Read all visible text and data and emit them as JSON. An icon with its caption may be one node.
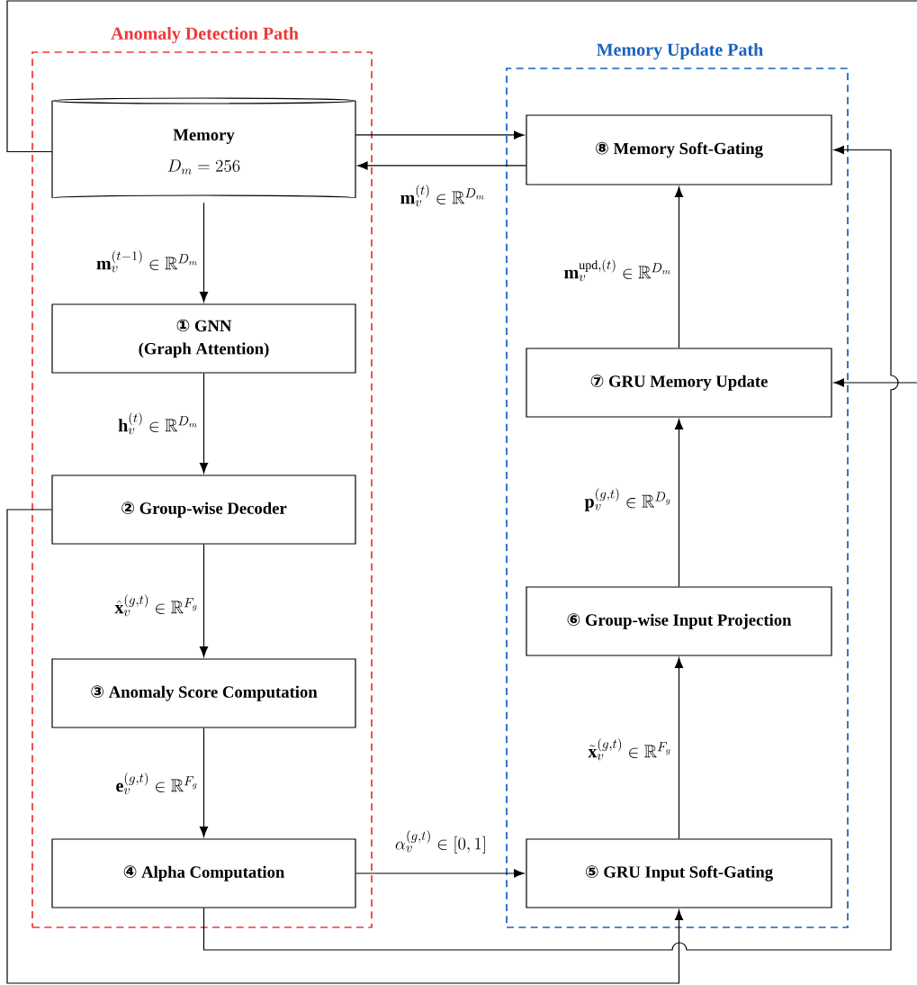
{
  "diagram": {
    "nodes": [
      {
        "text": [
          "Anomaly Detection Path"
        ]
      },
      {
        "text": [
          "Memory Update Path"
        ]
      },
      {
        "text": [
          "Memory",
          "D_m = 256"
        ],
        "in": 0
      },
      {
        "text": [
          "① GNN",
          "(Graph Attention)"
        ],
        "in": 0
      },
      {
        "text": [
          "② Group-wise Decoder"
        ],
        "in": 0
      },
      {
        "text": [
          "③ Anomaly Score Computation"
        ],
        "in": 0
      },
      {
        "text": [
          "④ Alpha Computation"
        ],
        "in": 0
      },
      {
        "text": [
          "⑧ Memory Soft-Gating"
        ],
        "in": 1
      },
      {
        "text": [
          "⑦ GRU Memory Update"
        ],
        "in": 1
      },
      {
        "text": [
          "⑥ Group-wise Input Projection"
        ],
        "in": 1
      },
      {
        "text": [
          "⑤ GRU Input Soft-Gating"
        ],
        "in": 1
      }
    ],
    "edges": [
      {
        "from": 2,
        "to": 3,
        "arrow": "to",
        "label": "\\mathbf{m}_v^{(t-1)} \\in \\mathbb{R}^{D_m}"
      },
      {
        "from": 3,
        "to": 4,
        "arrow": "to",
        "label": "\\mathbf{h}_v^{(t)} \\in \\mathbb{R}^{D_m}"
      },
      {
        "from": 4,
        "to": 5,
        "arrow": "to",
        "label": "\\hat{\\mathbf{x}}_v^{(g,t)} \\in \\mathbb{R}^{F_g}"
      },
      {
        "from": 5,
        "to": 6,
        "arrow": "to",
        "label": "\\mathbf{e}_v^{(g,t)} \\in \\mathbb{R}^{F_g}"
      },
      {
        "from": 6,
        "to": 10,
        "arrow": "to",
        "label": "\\alpha_v^{(g,t)} \\in [0,1]"
      },
      {
        "from": 10,
        "to": 9,
        "arrow": "to",
        "label": "\\tilde{\\mathbf{x}}_v^{(g,t)} \\in \\mathbb{R}^{F_g}"
      },
      {
        "from": 9,
        "to": 8,
        "arrow": "to",
        "label": "\\mathbf{p}_v^{(g,t)} \\in \\mathbb{R}^{D_g}"
      },
      {
        "from": 8,
        "to": 7,
        "arrow": "to",
        "label": "\\mathbf{m}_v^{\\mathrm{upd},(t)} \\in \\mathbb{R}^{D_m}"
      },
      {
        "from": 2,
        "to": 7,
        "arrow": "to"
      },
      {
        "from": 7,
        "to": 2,
        "arrow": "to",
        "label": "\\mathbf{m}_v^{(t)} \\in \\mathbb{R}^{D_m}"
      },
      {
        "from": 2,
        "to": 8,
        "arrow": "to"
      },
      {
        "from": 4,
        "to": 10,
        "arrow": "to"
      },
      {
        "from": 6,
        "to": 7,
        "arrow": "to"
      }
    ]
  }
}
